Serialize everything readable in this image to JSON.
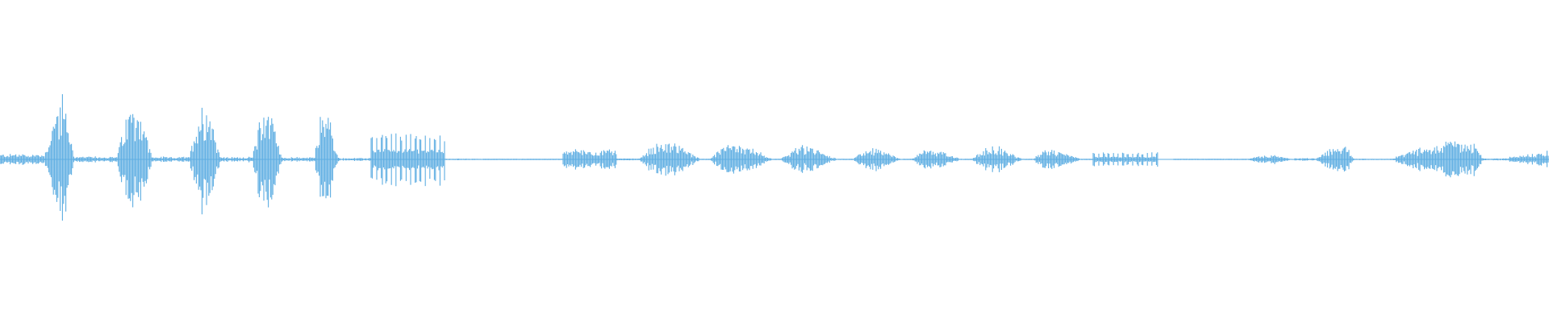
{
  "waveform": {
    "color": "#5dade2",
    "background": "#ffffff",
    "segments": [
      {
        "from": 0,
        "to": 55,
        "amp": 0.16,
        "kind": "noise"
      },
      {
        "from": 55,
        "to": 93,
        "amp": 0.98,
        "kind": "burst",
        "peak": 0.62
      },
      {
        "from": 93,
        "to": 145,
        "amp": 0.08,
        "kind": "noise"
      },
      {
        "from": 145,
        "to": 190,
        "amp": 0.96,
        "kind": "burst",
        "peak": 0.55
      },
      {
        "from": 190,
        "to": 235,
        "amp": 0.07,
        "kind": "noise"
      },
      {
        "from": 235,
        "to": 275,
        "amp": 1.0,
        "kind": "burst",
        "peak": 0.5
      },
      {
        "from": 275,
        "to": 313,
        "amp": 0.07,
        "kind": "noise"
      },
      {
        "from": 313,
        "to": 350,
        "amp": 0.97,
        "kind": "burst",
        "peak": 0.52
      },
      {
        "from": 350,
        "to": 390,
        "amp": 0.06,
        "kind": "noise"
      },
      {
        "from": 390,
        "to": 420,
        "amp": 0.88,
        "kind": "burst",
        "peak": 0.4
      },
      {
        "from": 420,
        "to": 460,
        "amp": 0.04,
        "kind": "noise"
      },
      {
        "from": 460,
        "to": 552,
        "amp": 0.55,
        "kind": "comb"
      },
      {
        "from": 552,
        "to": 600,
        "amp": 0.02,
        "kind": "noise"
      },
      {
        "from": 600,
        "to": 698,
        "amp": 0.01,
        "kind": "line"
      },
      {
        "from": 698,
        "to": 765,
        "amp": 0.22,
        "kind": "block"
      },
      {
        "from": 765,
        "to": 793,
        "amp": 0.02,
        "kind": "line"
      },
      {
        "from": 793,
        "to": 870,
        "amp": 0.3,
        "kind": "burst",
        "peak": 0.45
      },
      {
        "from": 870,
        "to": 880,
        "amp": 0.01,
        "kind": "line"
      },
      {
        "from": 880,
        "to": 960,
        "amp": 0.25,
        "kind": "burst",
        "peak": 0.42
      },
      {
        "from": 960,
        "to": 968,
        "amp": 0.01,
        "kind": "line"
      },
      {
        "from": 968,
        "to": 1040,
        "amp": 0.22,
        "kind": "burst",
        "peak": 0.42
      },
      {
        "from": 1040,
        "to": 1058,
        "amp": 0.01,
        "kind": "line"
      },
      {
        "from": 1058,
        "to": 1120,
        "amp": 0.2,
        "kind": "burst",
        "peak": 0.35
      },
      {
        "from": 1120,
        "to": 1130,
        "amp": 0.01,
        "kind": "line"
      },
      {
        "from": 1130,
        "to": 1195,
        "amp": 0.17,
        "kind": "burst",
        "peak": 0.35
      },
      {
        "from": 1195,
        "to": 1205,
        "amp": 0.01,
        "kind": "line"
      },
      {
        "from": 1205,
        "to": 1270,
        "amp": 0.2,
        "kind": "burst",
        "peak": 0.4
      },
      {
        "from": 1270,
        "to": 1280,
        "amp": 0.01,
        "kind": "line"
      },
      {
        "from": 1280,
        "to": 1345,
        "amp": 0.16,
        "kind": "burst",
        "peak": 0.3
      },
      {
        "from": 1345,
        "to": 1355,
        "amp": 0.01,
        "kind": "line"
      },
      {
        "from": 1355,
        "to": 1435,
        "amp": 0.15,
        "kind": "comb"
      },
      {
        "from": 1435,
        "to": 1455,
        "amp": 0.0,
        "kind": "line"
      },
      {
        "from": 1455,
        "to": 1545,
        "amp": 0.01,
        "kind": "line"
      },
      {
        "from": 1545,
        "to": 1605,
        "amp": 0.08,
        "kind": "burst",
        "peak": 0.55
      },
      {
        "from": 1605,
        "to": 1630,
        "amp": 0.04,
        "kind": "noise"
      },
      {
        "from": 1630,
        "to": 1680,
        "amp": 0.22,
        "kind": "burst",
        "peak": 0.7
      },
      {
        "from": 1680,
        "to": 1725,
        "amp": 0.02,
        "kind": "noise"
      },
      {
        "from": 1725,
        "to": 1840,
        "amp": 0.32,
        "kind": "burst",
        "peak": 0.85
      },
      {
        "from": 1840,
        "to": 1870,
        "amp": 0.03,
        "kind": "noise"
      },
      {
        "from": 1870,
        "to": 1920,
        "amp": 0.14,
        "kind": "ramp"
      }
    ]
  }
}
